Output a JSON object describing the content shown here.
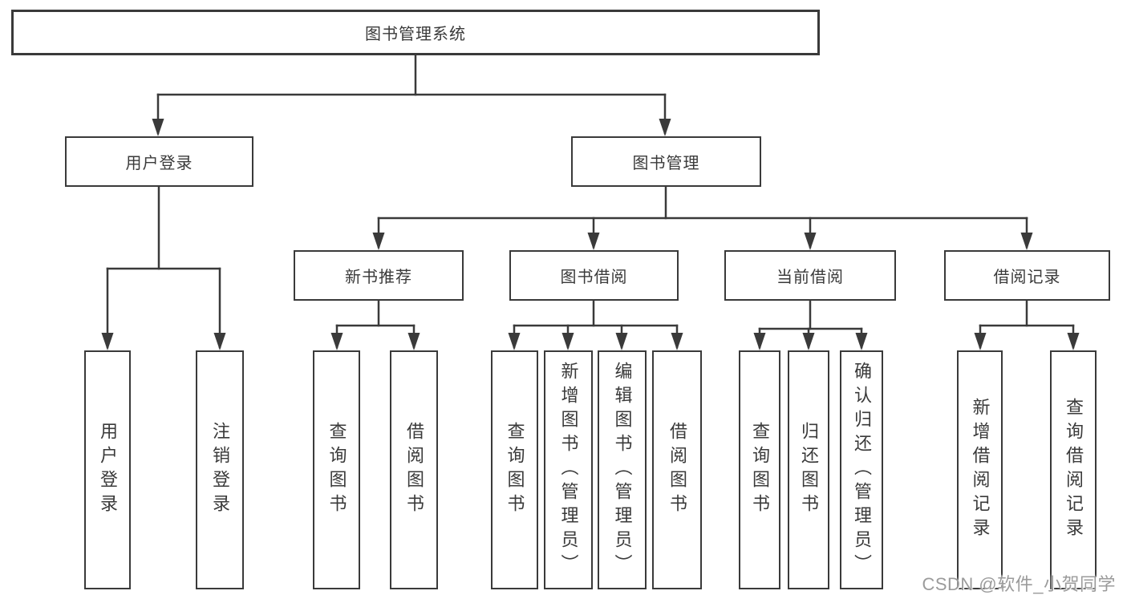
{
  "nodes": {
    "root": "图书管理系统",
    "user_login": "用户登录",
    "book_management": "图书管理",
    "new_book_recommend": "新书推荐",
    "book_borrowing": "图书借阅",
    "current_borrowing": "当前借阅",
    "borrowing_records": "借阅记录",
    "login": "用户登录",
    "logout": "注销登录",
    "recommend_query_books": "查询图书",
    "recommend_borrow_books": "借阅图书",
    "borrowing_query_books": "查询图书",
    "borrowing_add_books_admin": "新增图书（管理员）",
    "borrowing_edit_books_admin": "编辑图书（管理员）",
    "borrowing_borrow_books": "借阅图书",
    "current_query_books": "查询图书",
    "current_return_books": "归还图书",
    "current_confirm_return_admin": "确认归还（管理员）",
    "records_add_record": "新增借阅记录",
    "records_query_record": "查询借阅记录"
  },
  "structure": {
    "图书管理系统": [
      "用户登录",
      "图书管理"
    ],
    "用户登录": [
      "用户登录",
      "注销登录"
    ],
    "图书管理": [
      "新书推荐",
      "图书借阅",
      "当前借阅",
      "借阅记录"
    ],
    "新书推荐": [
      "查询图书",
      "借阅图书"
    ],
    "图书借阅": [
      "查询图书",
      "新增图书（管理员）",
      "编辑图书（管理员）",
      "借阅图书"
    ],
    "当前借阅": [
      "查询图书",
      "归还图书",
      "确认归还（管理员）"
    ],
    "借阅记录": [
      "新增借阅记录",
      "查询借阅记录"
    ]
  },
  "watermark": {
    "text": "CSDN @软件_小贺同学"
  },
  "colors": {
    "line": "#3a3a3a",
    "text": "#3a3a3a",
    "background": "#ffffff",
    "watermark": "#9b9b9b"
  }
}
